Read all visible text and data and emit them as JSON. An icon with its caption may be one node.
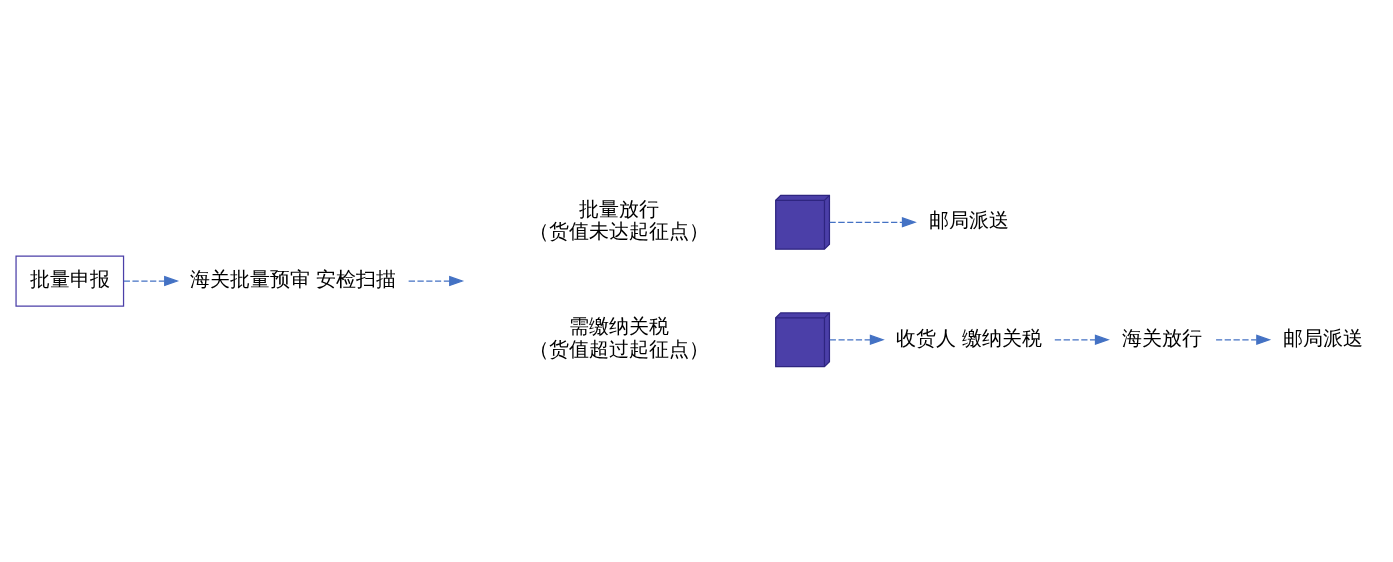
{
  "diagram": {
    "nodes": [
      {
        "text": [
          "批量申报"
        ]
      },
      {
        "text": [
          "海关批量预审 安检扫描"
        ]
      },
      {
        "text": [
          "批量放行",
          "（货值未达起征点）"
        ]
      },
      {
        "text": [],
        "shape": "picture"
      },
      {
        "text": [
          "邮局派送"
        ]
      },
      {
        "text": [
          "需缴纳关税",
          "（货值超过起征点）"
        ]
      },
      {
        "text": [],
        "shape": "picture"
      },
      {
        "text": [
          "收货人 缴纳关税"
        ]
      },
      {
        "text": [
          "海关放行"
        ]
      },
      {
        "text": [
          "邮局派送"
        ]
      }
    ],
    "edges": [
      {
        "from": 0,
        "to": 1,
        "arrow": "to",
        "style": "dashed"
      },
      {
        "from": 1,
        "to": null,
        "arrow": "to",
        "style": "dashed"
      },
      {
        "from": 3,
        "to": 4,
        "arrow": "to",
        "style": "dashed"
      },
      {
        "from": 6,
        "to": 7,
        "arrow": "to",
        "style": "dashed"
      },
      {
        "from": 7,
        "to": 8,
        "arrow": "to",
        "style": "dashed"
      },
      {
        "from": 8,
        "to": 9,
        "arrow": "to",
        "style": "dashed"
      }
    ]
  }
}
